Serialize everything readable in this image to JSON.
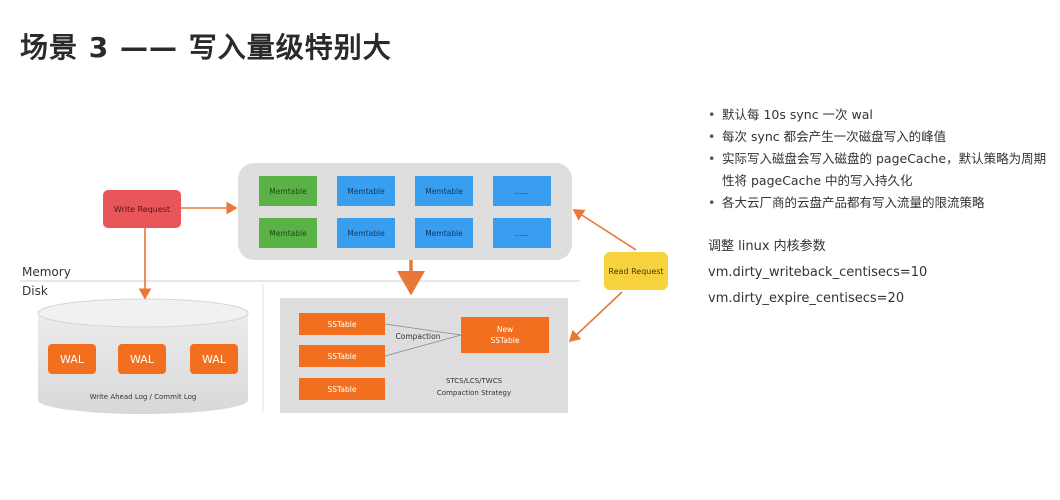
{
  "title": "场景 3 —— 写入量级特别大",
  "diagram": {
    "write_request": "Write Request",
    "read_request": "Read Request",
    "memory_label": "Memory",
    "disk_label": "Disk",
    "memtables": [
      "Memtable",
      "Memtable",
      "Memtable",
      "......",
      "Memtable",
      "Memtable",
      "Memtable",
      "......"
    ],
    "wal_items": [
      "WAL",
      "WAL",
      "WAL"
    ],
    "wal_caption": "Write Ahead Log / Commit Log",
    "sstables": [
      "SSTable",
      "SSTable",
      "SSTable"
    ],
    "compaction_label": "Compaction",
    "new_sstable_line1": "New",
    "new_sstable_line2": "SSTable",
    "strategy_line1": "STCS/LCS/TWCS",
    "strategy_line2": "Compaction Strategy"
  },
  "colors": {
    "write_request": "#e8565a",
    "read_request": "#f7d23e",
    "memtable_green": "#5ab246",
    "memtable_blue": "#3a9ef0",
    "orange": "#f26f1f",
    "arrow": "#e8773a"
  },
  "bullets": [
    "默认每 10s sync 一次 wal",
    "每次 sync 都会产生一次磁盘写入的峰值",
    "实际写入磁盘会写入磁盘的 pageCache，默认策略为周期性将 pageCache 中的写入持久化",
    "各大云厂商的云盘产品都有写入流量的限流策略"
  ],
  "tuning": {
    "heading": "调整 linux 内核参数",
    "params": [
      "vm.dirty_writeback_centisecs=10",
      "vm.dirty_expire_centisecs=20"
    ]
  }
}
